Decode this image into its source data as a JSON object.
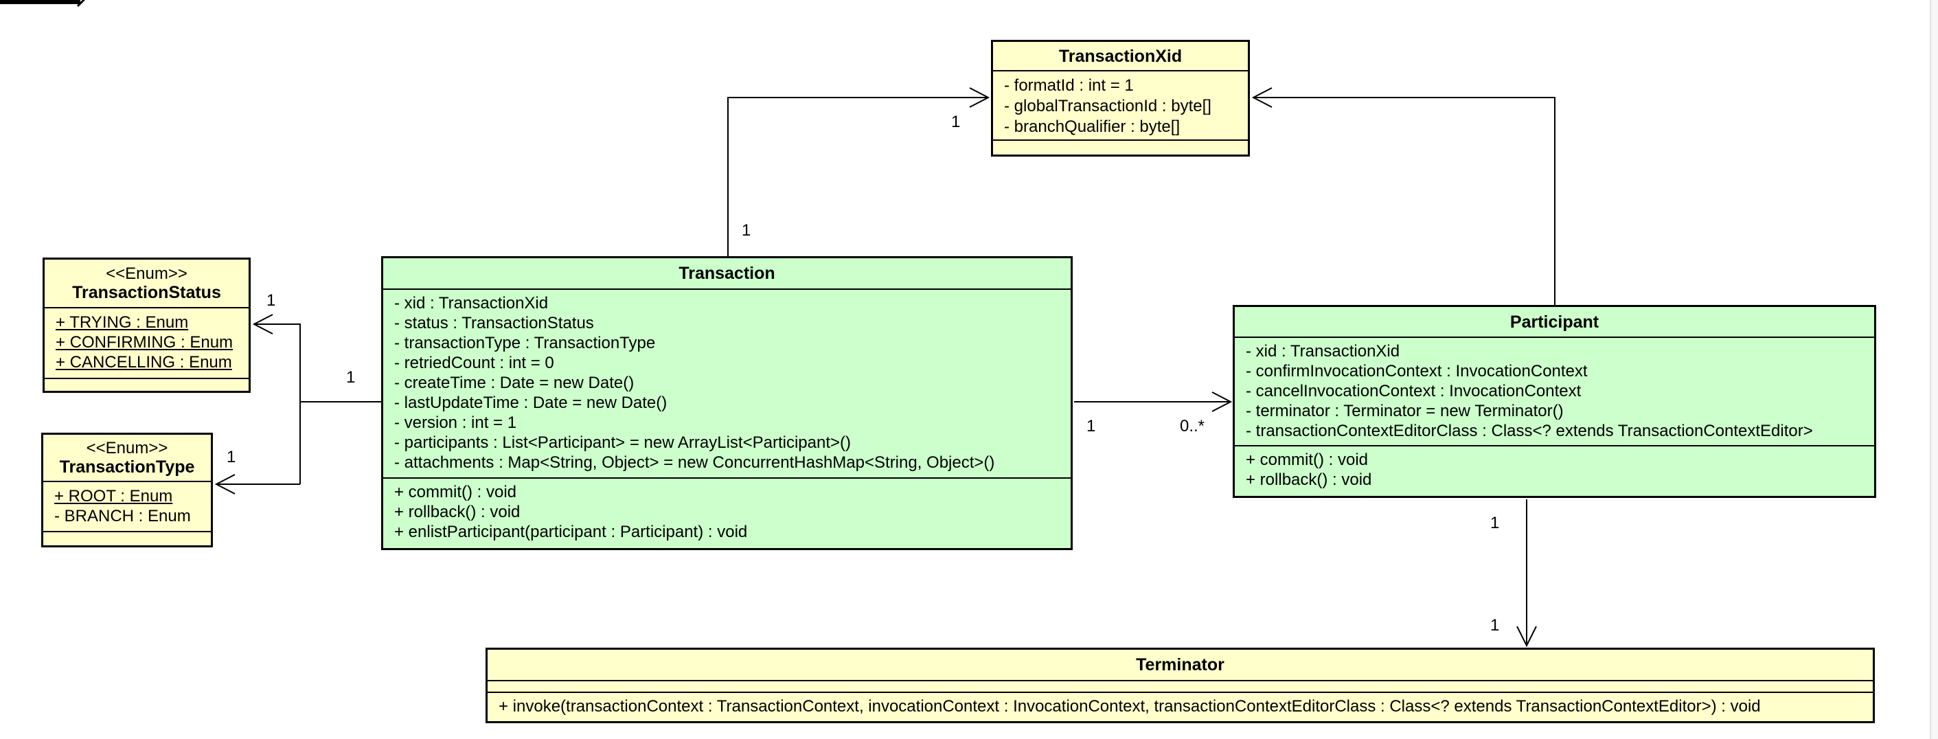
{
  "diagram": {
    "kind": "UML class diagram",
    "colors": {
      "class_fill_green": "#ccffcc",
      "enum_fill_yellow": "#ffffcc",
      "border": "#000000",
      "canvas_background": "#ffffff"
    }
  },
  "classes": {
    "transaction_xid": {
      "name": "TransactionXid",
      "attributes": [
        "- formatId : int = 1",
        "- globalTransactionId : byte[]",
        "- branchQualifier : byte[]"
      ],
      "operations": []
    },
    "transaction": {
      "name": "Transaction",
      "attributes": [
        "- xid : TransactionXid",
        "- status : TransactionStatus",
        "- transactionType : TransactionType",
        "- retriedCount : int = 0",
        "- createTime : Date = new Date()",
        "- lastUpdateTime : Date = new Date()",
        "- version : int = 1",
        "- participants : List<Participant> = new ArrayList<Participant>()",
        "- attachments : Map<String, Object> = new ConcurrentHashMap<String, Object>()"
      ],
      "operations": [
        "+ commit() : void",
        "+ rollback() : void",
        "+ enlistParticipant(participant : Participant) : void"
      ]
    },
    "transaction_status": {
      "stereotype": "<<Enum>>",
      "name": "TransactionStatus",
      "attributes": [
        "+ TRYING : Enum",
        "+ CONFIRMING : Enum",
        "+ CANCELLING : Enum"
      ],
      "operations": []
    },
    "transaction_type": {
      "stereotype": "<<Enum>>",
      "name": "TransactionType",
      "attributes": [
        "+ ROOT : Enum",
        "- BRANCH : Enum"
      ],
      "operations": []
    },
    "participant": {
      "name": "Participant",
      "attributes": [
        "- xid : TransactionXid",
        "- confirmInvocationContext : InvocationContext",
        "- cancelInvocationContext : InvocationContext",
        "- terminator : Terminator = new Terminator()",
        "- transactionContextEditorClass : Class<? extends TransactionContextEditor>"
      ],
      "operations": [
        "+ commit() : void",
        "+ rollback() : void"
      ]
    },
    "terminator": {
      "name": "Terminator",
      "attributes": [],
      "operations": [
        "+ invoke(transactionContext : TransactionContext, invocationContext : InvocationContext, transactionContextEditorClass : Class<? extends TransactionContextEditor>) : void"
      ]
    }
  },
  "associations": {
    "transaction_xid": {
      "source_label": "1",
      "target_label": "1"
    },
    "transaction_status": {
      "source_label": "1",
      "target_label": "1"
    },
    "transaction_type": {
      "target_label": "1"
    },
    "transaction_participants": {
      "source_label": "1",
      "target_label": "0..*"
    },
    "participant_terminator": {
      "source_label": "1",
      "target_label": "1"
    }
  }
}
